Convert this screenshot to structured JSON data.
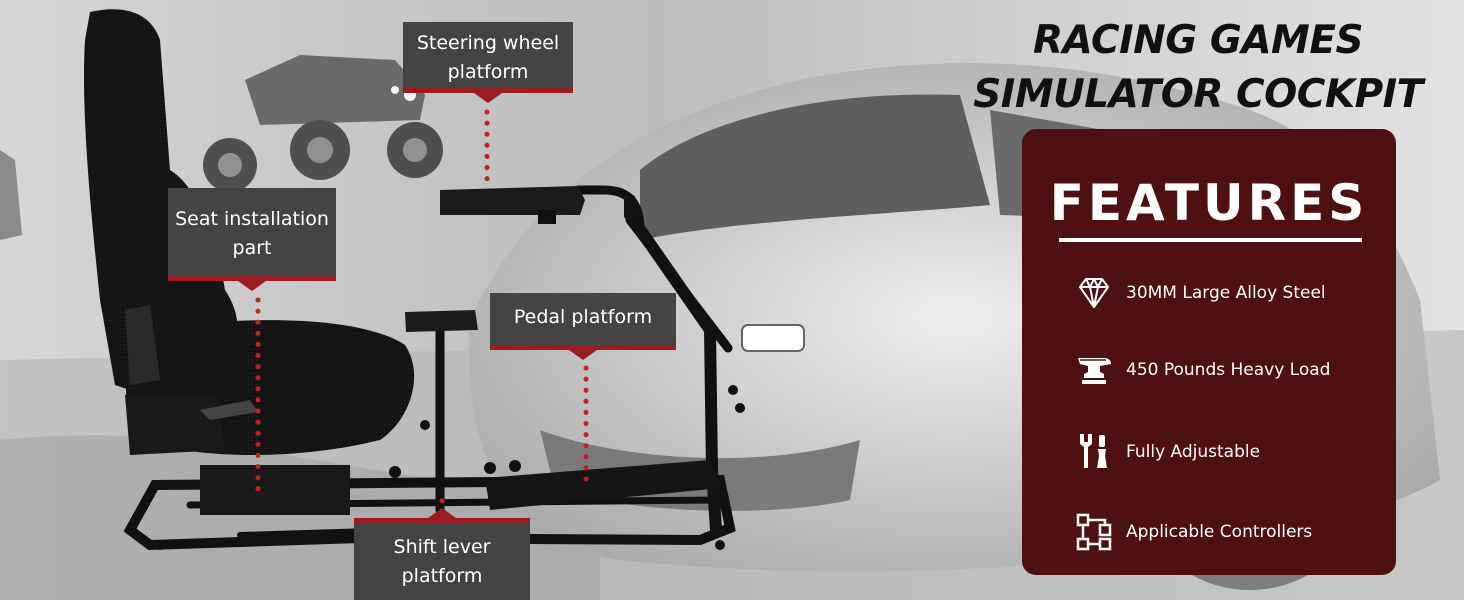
{
  "callouts": {
    "steering": [
      "Steering wheel",
      "platform"
    ],
    "seat": [
      "Seat installation",
      "part"
    ],
    "pedal": [
      "Pedal platform"
    ],
    "shift": [
      "Shift lever",
      "platform"
    ]
  },
  "heading": {
    "line1": "RACING GAMES",
    "line2": "SIMULATOR COCKPIT"
  },
  "panel": {
    "title": "FEATURES",
    "items": [
      {
        "icon": "diamond-icon",
        "label": "30MM Large Alloy Steel"
      },
      {
        "icon": "anvil-icon",
        "label": "450 Pounds Heavy Load"
      },
      {
        "icon": "tools-icon",
        "label": "Fully Adjustable"
      },
      {
        "icon": "flowchart-icon",
        "label": "Applicable  Controllers"
      }
    ]
  },
  "colors": {
    "panel_bg": "#4f1012",
    "accent_red": "#9b1c22",
    "callout_bg": "#444444"
  }
}
